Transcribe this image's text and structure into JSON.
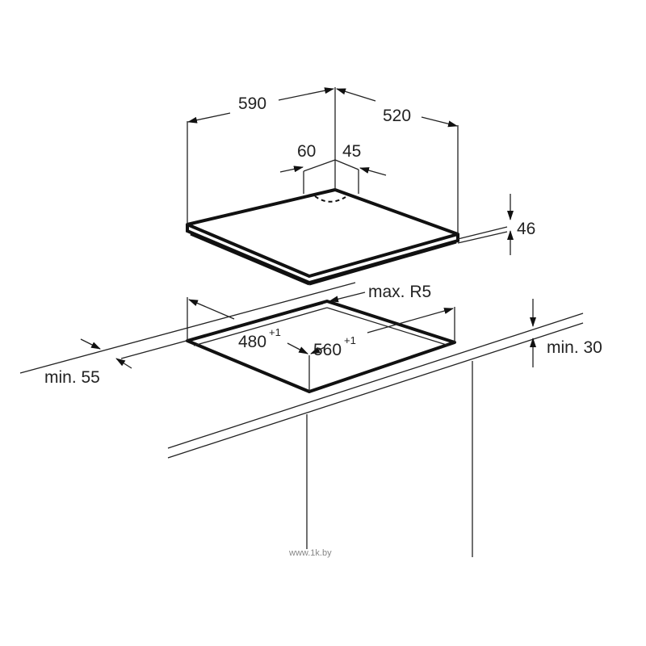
{
  "labels": {
    "width": "590",
    "depth": "520",
    "offset_left": "60",
    "offset_right": "45",
    "height": "46",
    "corner_radius": "max. R5",
    "cutout_depth": "480",
    "cutout_depth_tol": "+1",
    "cutout_width": "560",
    "cutout_width_tol": "+1",
    "front_clearance": "min. 55",
    "worktop_thickness": "min. 30"
  },
  "watermark": "www.1k.by",
  "colors": {
    "line": "#222222",
    "background": "#ffffff"
  }
}
